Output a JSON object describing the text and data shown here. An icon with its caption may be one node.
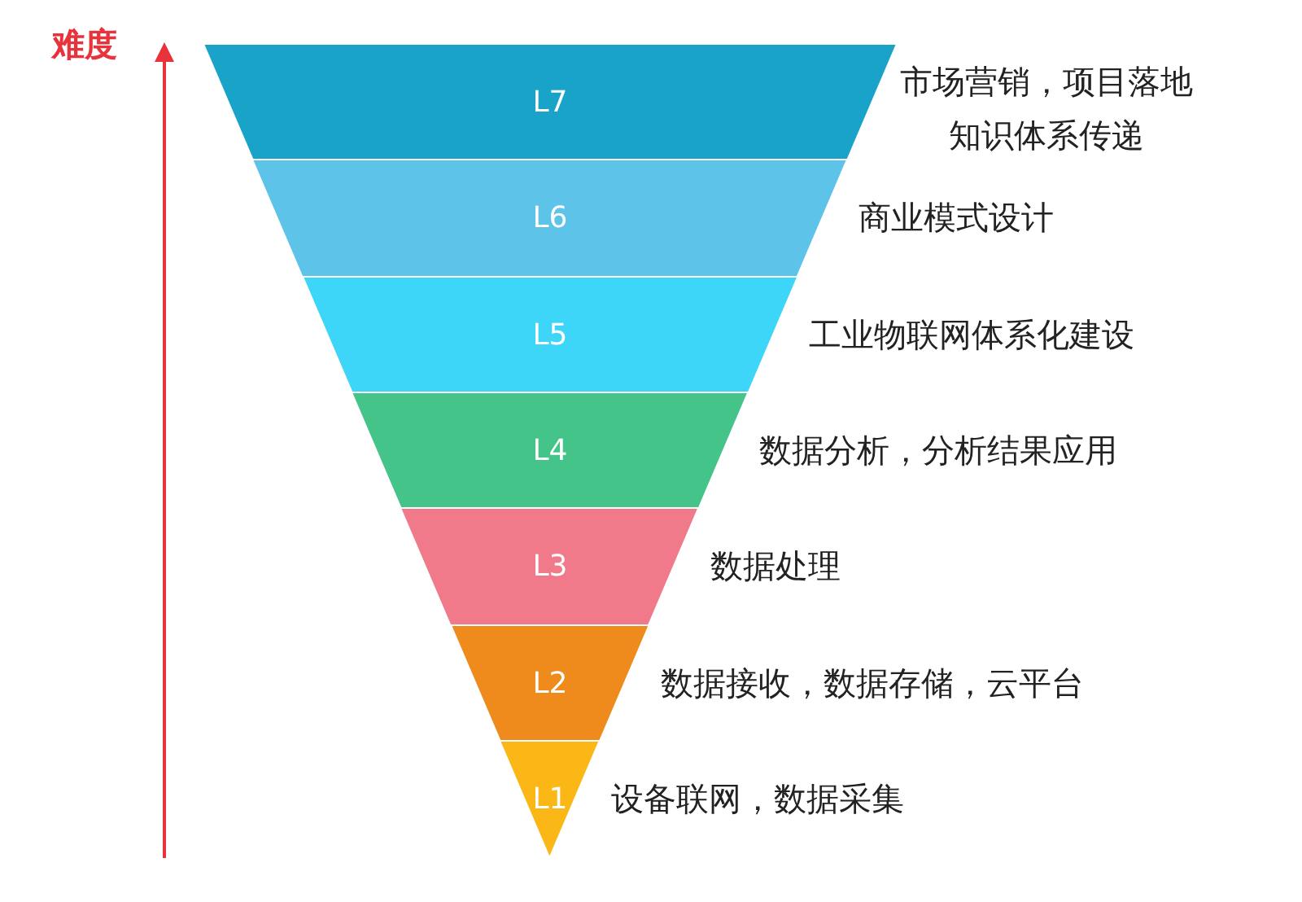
{
  "diagram": {
    "nodes": [
      {
        "text": [
          "L7"
        ],
        "beside": [
          "市场营销，项目落地知识体系传递"
        ]
      },
      {
        "text": [
          "L6"
        ],
        "beside": [
          "商业模式设计"
        ]
      },
      {
        "text": [
          "L5"
        ],
        "beside": [
          "工业物联网体系化建设"
        ]
      },
      {
        "text": [
          "L4"
        ],
        "beside": [
          "数据分析，分析结果应用"
        ]
      },
      {
        "text": [
          "L3"
        ],
        "beside": [
          "数据处理"
        ]
      },
      {
        "text": [
          "L2"
        ],
        "beside": [
          "数据接收，数据存储，云平台"
        ]
      },
      {
        "text": [
          "L1"
        ],
        "beside": [
          "设备联网，数据采集"
        ]
      }
    ],
    "labels": [
      "难度"
    ]
  }
}
